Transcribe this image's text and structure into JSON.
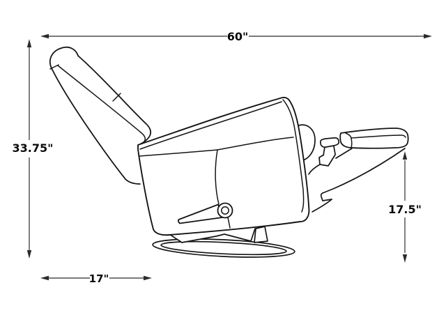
{
  "diagram": {
    "subject": "reclining-swivel-chair-side-view",
    "background_color": "#ffffff",
    "line_color": "#141414",
    "dimension_line_color": "#2b2b2b",
    "dimensions": {
      "top_width": "60\"",
      "left_height": "33.75\"",
      "right_footrest_height": "17.5\"",
      "bottom_base_width": "17\""
    }
  }
}
